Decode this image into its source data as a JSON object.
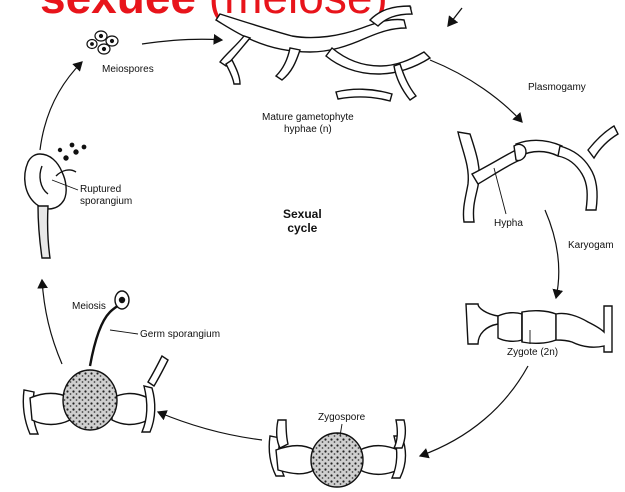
{
  "title": {
    "bold_part": "sexuée",
    "regular_part": " (méiose)",
    "trailing": " :"
  },
  "labels": {
    "meiospores": "Meiospores",
    "mature_gametophyte_line1": "Mature gametophyte",
    "mature_gametophyte_line2": "hyphae (n)",
    "plasmogamy": "Plasmogamy",
    "hypha": "Hypha",
    "karyogamy": "Karyogam",
    "zygote": "Zygote (2n)",
    "zygospore": "Zygospore",
    "germ_sporangium": "Germ sporangium",
    "meiosis": "Meiosis",
    "ruptured_sporangium_line1": "Ruptured",
    "ruptured_sporangium_line2": "sporangium",
    "center_line1": "Sexual",
    "center_line2": "cycle"
  },
  "colors": {
    "title_red": "#e8141b",
    "ink": "#111111"
  }
}
